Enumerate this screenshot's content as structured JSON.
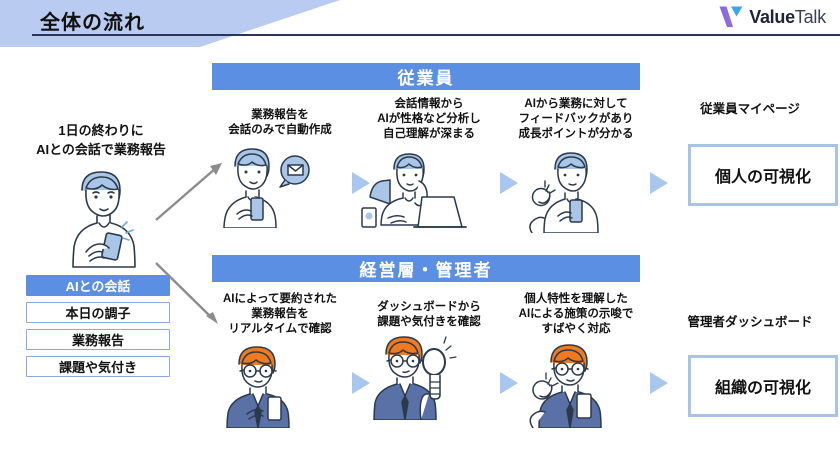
{
  "header": {
    "title": "全体の流れ",
    "logo": {
      "mark": "v-logo-icon",
      "value": "Value",
      "talk": "Talk"
    }
  },
  "colors": {
    "band_blue": "#5b8fe3",
    "header_blue": "#b9cbf0",
    "rule_navy": "#2a3558",
    "box_border": "#a8c2ea",
    "arrow_gray": "#8c8c8c",
    "arrow_blue": "#a9c6ef"
  },
  "left": {
    "caption_line1": "1日の終わりに",
    "caption_line2": "AIとの会話で業務報告",
    "figure": "person-with-phone-illustration",
    "chips": [
      {
        "label": "AIとの会話",
        "primary": true
      },
      {
        "label": "本日の調子",
        "primary": false
      },
      {
        "label": "業務報告",
        "primary": false
      },
      {
        "label": "課題や気付き",
        "primary": false
      }
    ]
  },
  "rows": [
    {
      "band_title": "従業員",
      "steps": [
        {
          "caption_lines": [
            "業務報告を",
            "会話のみで自動作成"
          ],
          "figure": "person-phone-mail-illustration"
        },
        {
          "caption_lines": [
            "会話情報から",
            "AIが性格など分析し",
            "自己理解が深まる"
          ],
          "figure": "person-laptop-coffee-illustration"
        },
        {
          "caption_lines": [
            "AIから業務に対して",
            "フィードバックがあり",
            "成長ポイントが分かる"
          ],
          "figure": "person-ok-gesture-illustration"
        }
      ],
      "result_label": "従業員マイページ",
      "result_box": "個人の可視化"
    },
    {
      "band_title": "経営層・管理者",
      "steps": [
        {
          "caption_lines": [
            "AIによって要約された",
            "業務報告を",
            "リアルタイムで確認"
          ],
          "figure": "manager-phone-illustration"
        },
        {
          "caption_lines": [
            "ダッシュボードから",
            "課題や気付きを確認"
          ],
          "figure": "manager-magnifier-illustration"
        },
        {
          "caption_lines": [
            "個人特性を理解した",
            "AIによる施策の示唆で",
            "すばやく対応"
          ],
          "figure": "manager-ok-gesture-illustration"
        }
      ],
      "result_label": "管理者ダッシュボード",
      "result_box": "組織の可視化"
    }
  ]
}
